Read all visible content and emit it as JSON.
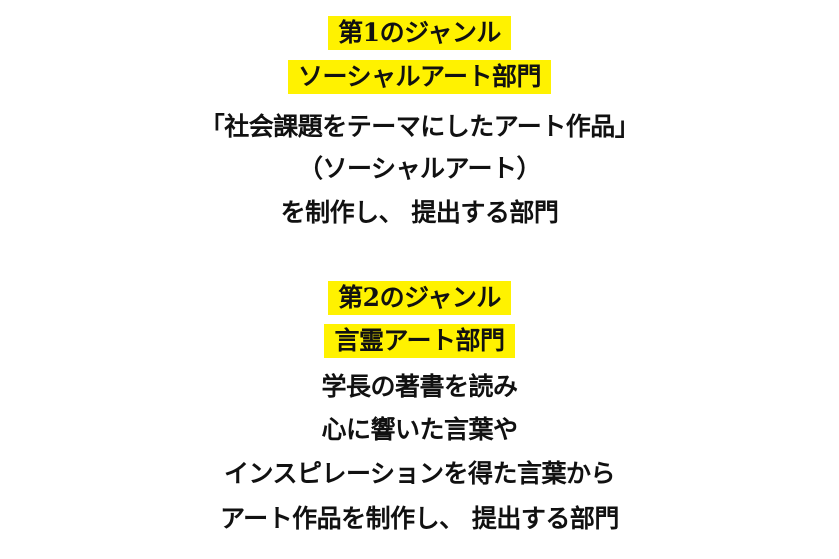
{
  "colors": {
    "highlight": "#fff200",
    "text": "#111111",
    "background": "#ffffff"
  },
  "section1": {
    "genre_label": "第1のジャンル",
    "category_title": "ソーシャルアート部門",
    "description_lines": [
      "「社会課題をテーマにしたアート作品」",
      "（ソーシャルアート）",
      "を制作し、 提出する部門"
    ]
  },
  "section2": {
    "genre_label": "第2のジャンル",
    "category_title": "言霊アート部門",
    "description_lines": [
      "学長の著書を読み",
      "心に響いた言葉や",
      "インスピレーションを得た言葉から",
      "アート作品を制作し、 提出する部門"
    ]
  }
}
